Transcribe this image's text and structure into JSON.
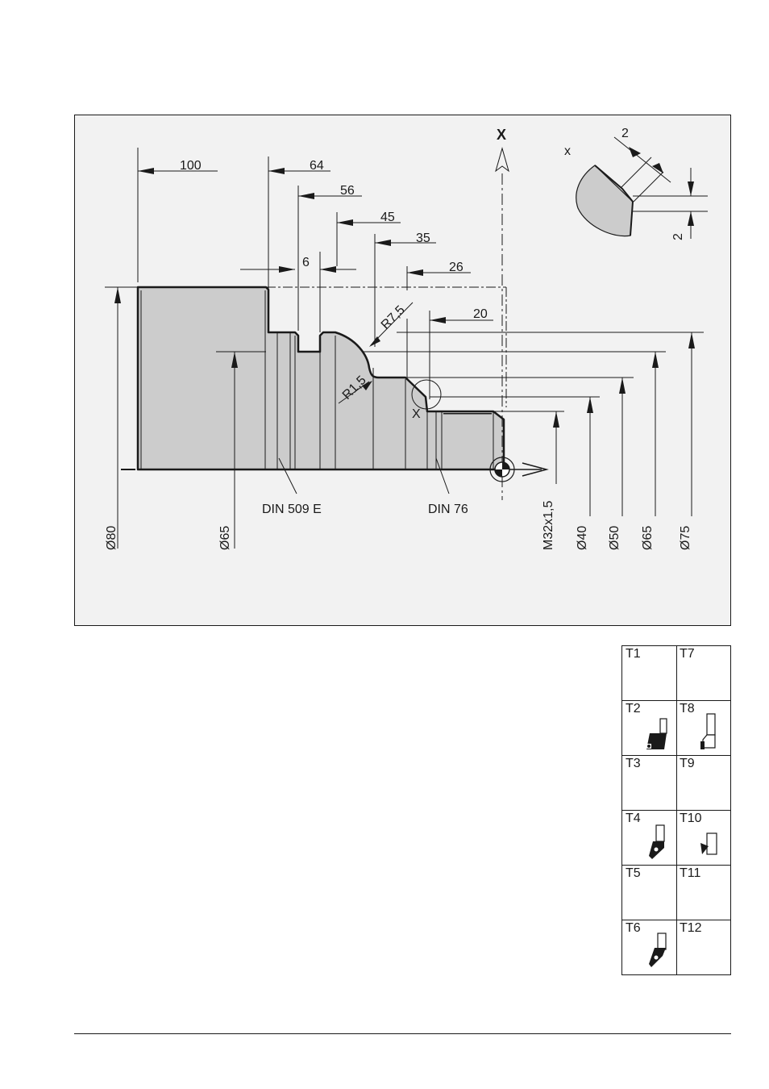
{
  "drawing": {
    "axis_x_label": "X",
    "detail_x_label": "x",
    "part_x_label": "X",
    "chamfer_top": "2",
    "chamfer_side": "2",
    "dim_100": "100",
    "dim_64": "64",
    "dim_56": "56",
    "dim_45": "45",
    "dim_35": "35",
    "dim_26": "26",
    "dim_20": "20",
    "dim_6": "6",
    "radius_75": "R7,5",
    "radius_15": "R1,5",
    "undercut_a": "DIN 509 E",
    "undercut_b": "DIN 76",
    "dia_80": "Ø80",
    "dia_65_left": "Ø65",
    "thread": "M32x1,5",
    "dia_40": "Ø40",
    "dia_50": "Ø50",
    "dia_65_right": "Ø65",
    "dia_75": "Ø75"
  },
  "tools": [
    {
      "label": "T1",
      "icon": ""
    },
    {
      "label": "T7",
      "icon": ""
    },
    {
      "label": "T2",
      "icon": "turning-tool-rhombic-icon"
    },
    {
      "label": "T8",
      "icon": "grooving-tool-icon"
    },
    {
      "label": "T3",
      "icon": ""
    },
    {
      "label": "T9",
      "icon": ""
    },
    {
      "label": "T4",
      "icon": "turning-tool-diamond-icon"
    },
    {
      "label": "T10",
      "icon": "threading-tool-icon"
    },
    {
      "label": "T5",
      "icon": ""
    },
    {
      "label": "T11",
      "icon": ""
    },
    {
      "label": "T6",
      "icon": "turning-tool-diamond-icon"
    },
    {
      "label": "T12",
      "icon": ""
    }
  ]
}
